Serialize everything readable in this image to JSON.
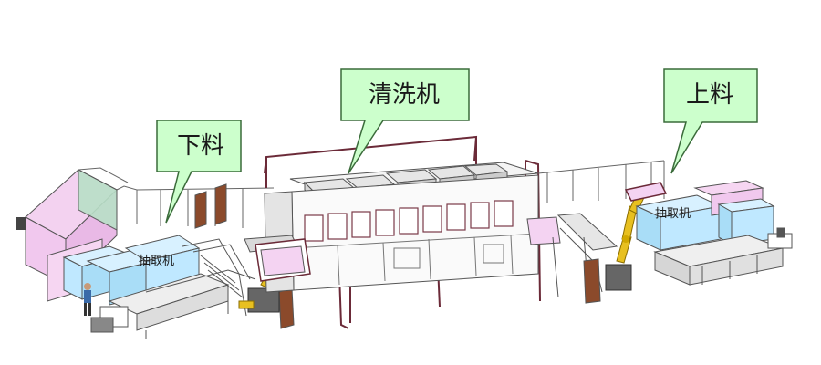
{
  "callouts": {
    "unload": "下料",
    "washer": "清洗机",
    "load": "上料"
  },
  "machine_labels": {
    "left_extractor": "抽取机",
    "right_extractor": "抽取机"
  },
  "colors": {
    "callout_fill": "#ccffcc",
    "callout_stroke": "#3a6b3a",
    "frame": "#6b2a38",
    "robot": "#e8c020",
    "cyan_box": "#bfe8ff",
    "magenta_box": "#f3c3f0",
    "door": "#8b4a2b"
  }
}
